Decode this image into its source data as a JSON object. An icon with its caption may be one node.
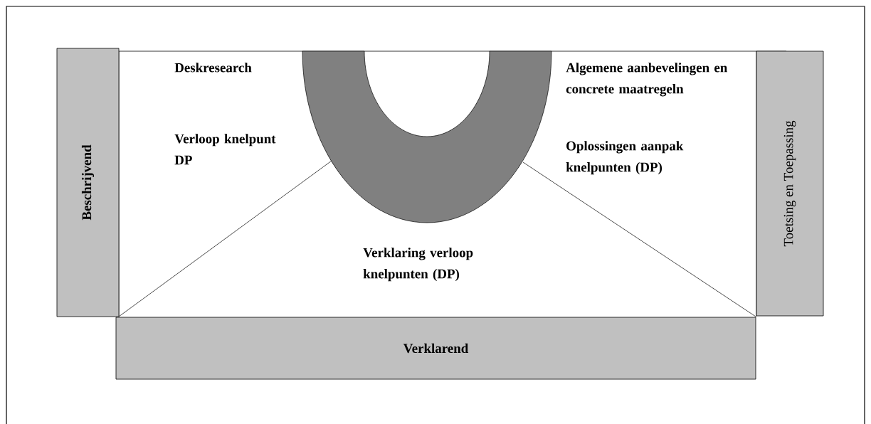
{
  "diagram": {
    "nodes": [
      {
        "text": [
          "Beschrijvend"
        ]
      },
      {
        "text": [
          "Toetsing en Toepassing"
        ]
      },
      {
        "text": [
          "Verklarend"
        ]
      }
    ],
    "labels": [
      "Deskresearch",
      "Algemene aanbevelingen en concrete maatregeln",
      "Verloop knelpunt DP",
      "Oplossingen aanpak knelpunten (DP)",
      "Verklaring verloop knelpunten (DP)"
    ]
  }
}
